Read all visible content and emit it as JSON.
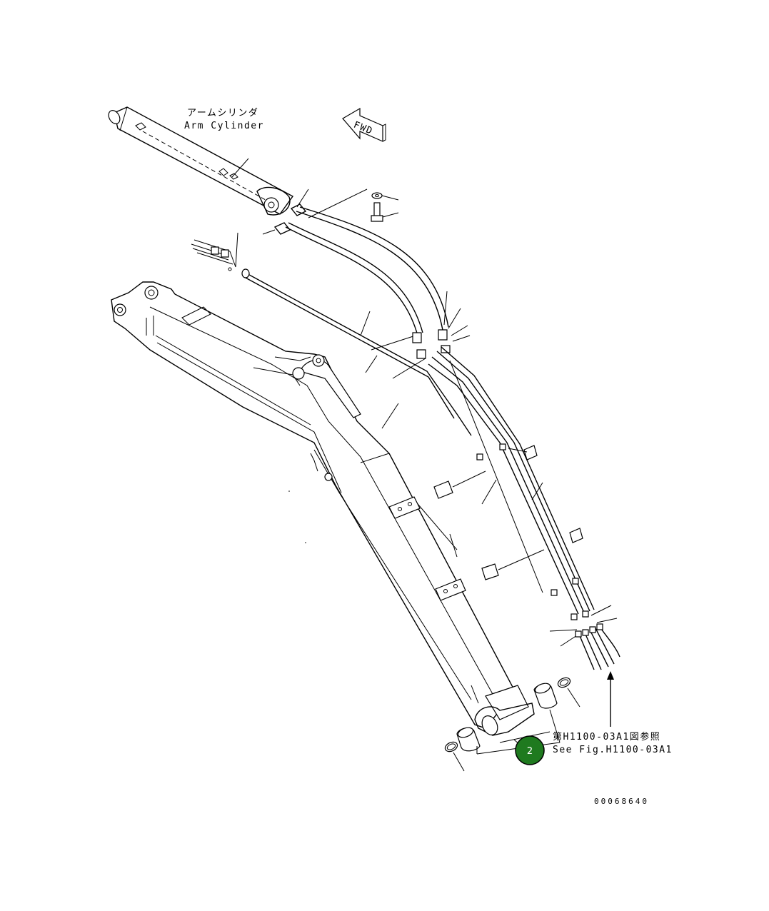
{
  "labels": {
    "arm_cylinder_jp": "アームシリンダ",
    "arm_cylinder_en": "Arm Cylinder",
    "fwd": "FWD",
    "see_fig_jp": "第H1100-03A1図参照",
    "see_fig_en": "See Fig.H1100-03A1",
    "drawing_number": "00068640"
  },
  "callout": {
    "number": "2",
    "color": "#1f7a1f",
    "border_color": "#000000"
  },
  "icons": {
    "direction": "fwd-arrow-icon"
  }
}
